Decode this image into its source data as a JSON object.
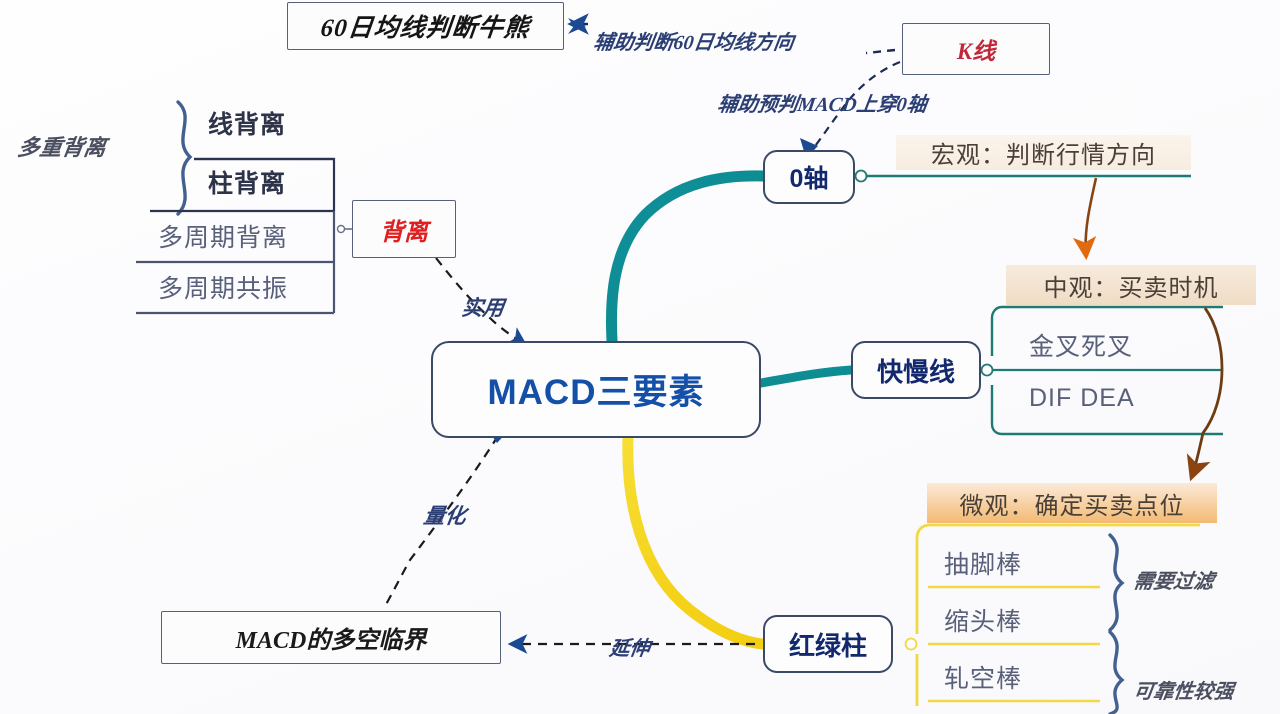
{
  "diagram": {
    "title": "MACD三要素 思维导图",
    "center": {
      "label": "MACD三要素"
    },
    "top": {
      "bull_bear_title": "60日均线判断牛熊",
      "kline_box": "K线",
      "note_ma60": "辅助判断60日均线方向",
      "note_macd0": "辅助预判MACD上穿0轴"
    },
    "left_branch": {
      "group_label": "多重背离",
      "items": [
        {
          "label": "线背离",
          "emphasis": true
        },
        {
          "label": "柱背离",
          "emphasis": true
        },
        {
          "label": "多周期背离",
          "emphasis": false
        },
        {
          "label": "多周期共振",
          "emphasis": false
        }
      ],
      "result_box": "背离",
      "link_label": "实用"
    },
    "bottom_left": {
      "box": "MACD的多空临界",
      "link_label_up": "量化",
      "link_label_right": "延伸"
    },
    "right_branches": [
      {
        "node": "0轴",
        "banner": "宏观：判断行情方向",
        "items": []
      },
      {
        "node": "快慢线",
        "banner": "中观：买卖时机",
        "items": [
          {
            "label": "金叉死叉"
          },
          {
            "label": "DIF    DEA"
          }
        ]
      },
      {
        "node": "红绿柱",
        "banner": "微观：确定买卖点位",
        "items": [
          {
            "label": "抽脚棒"
          },
          {
            "label": "缩头棒"
          },
          {
            "label": "轧空棒"
          }
        ],
        "annotations": [
          {
            "label": "需要过滤"
          },
          {
            "label": "可靠性较强"
          }
        ]
      }
    ],
    "colors": {
      "center_text": "#1450a8",
      "teal_branch": "#0d8a94",
      "yellow_branch": "#f5d520",
      "red_accent": "#e02020",
      "kline_accent": "#c0283c",
      "banner_macro": "#f7ece0",
      "banner_meso": "#f0dcc5",
      "banner_micro": "#f3ba72",
      "brown_arrow": "#7a4a20",
      "node_border": "#3a4a66"
    }
  }
}
